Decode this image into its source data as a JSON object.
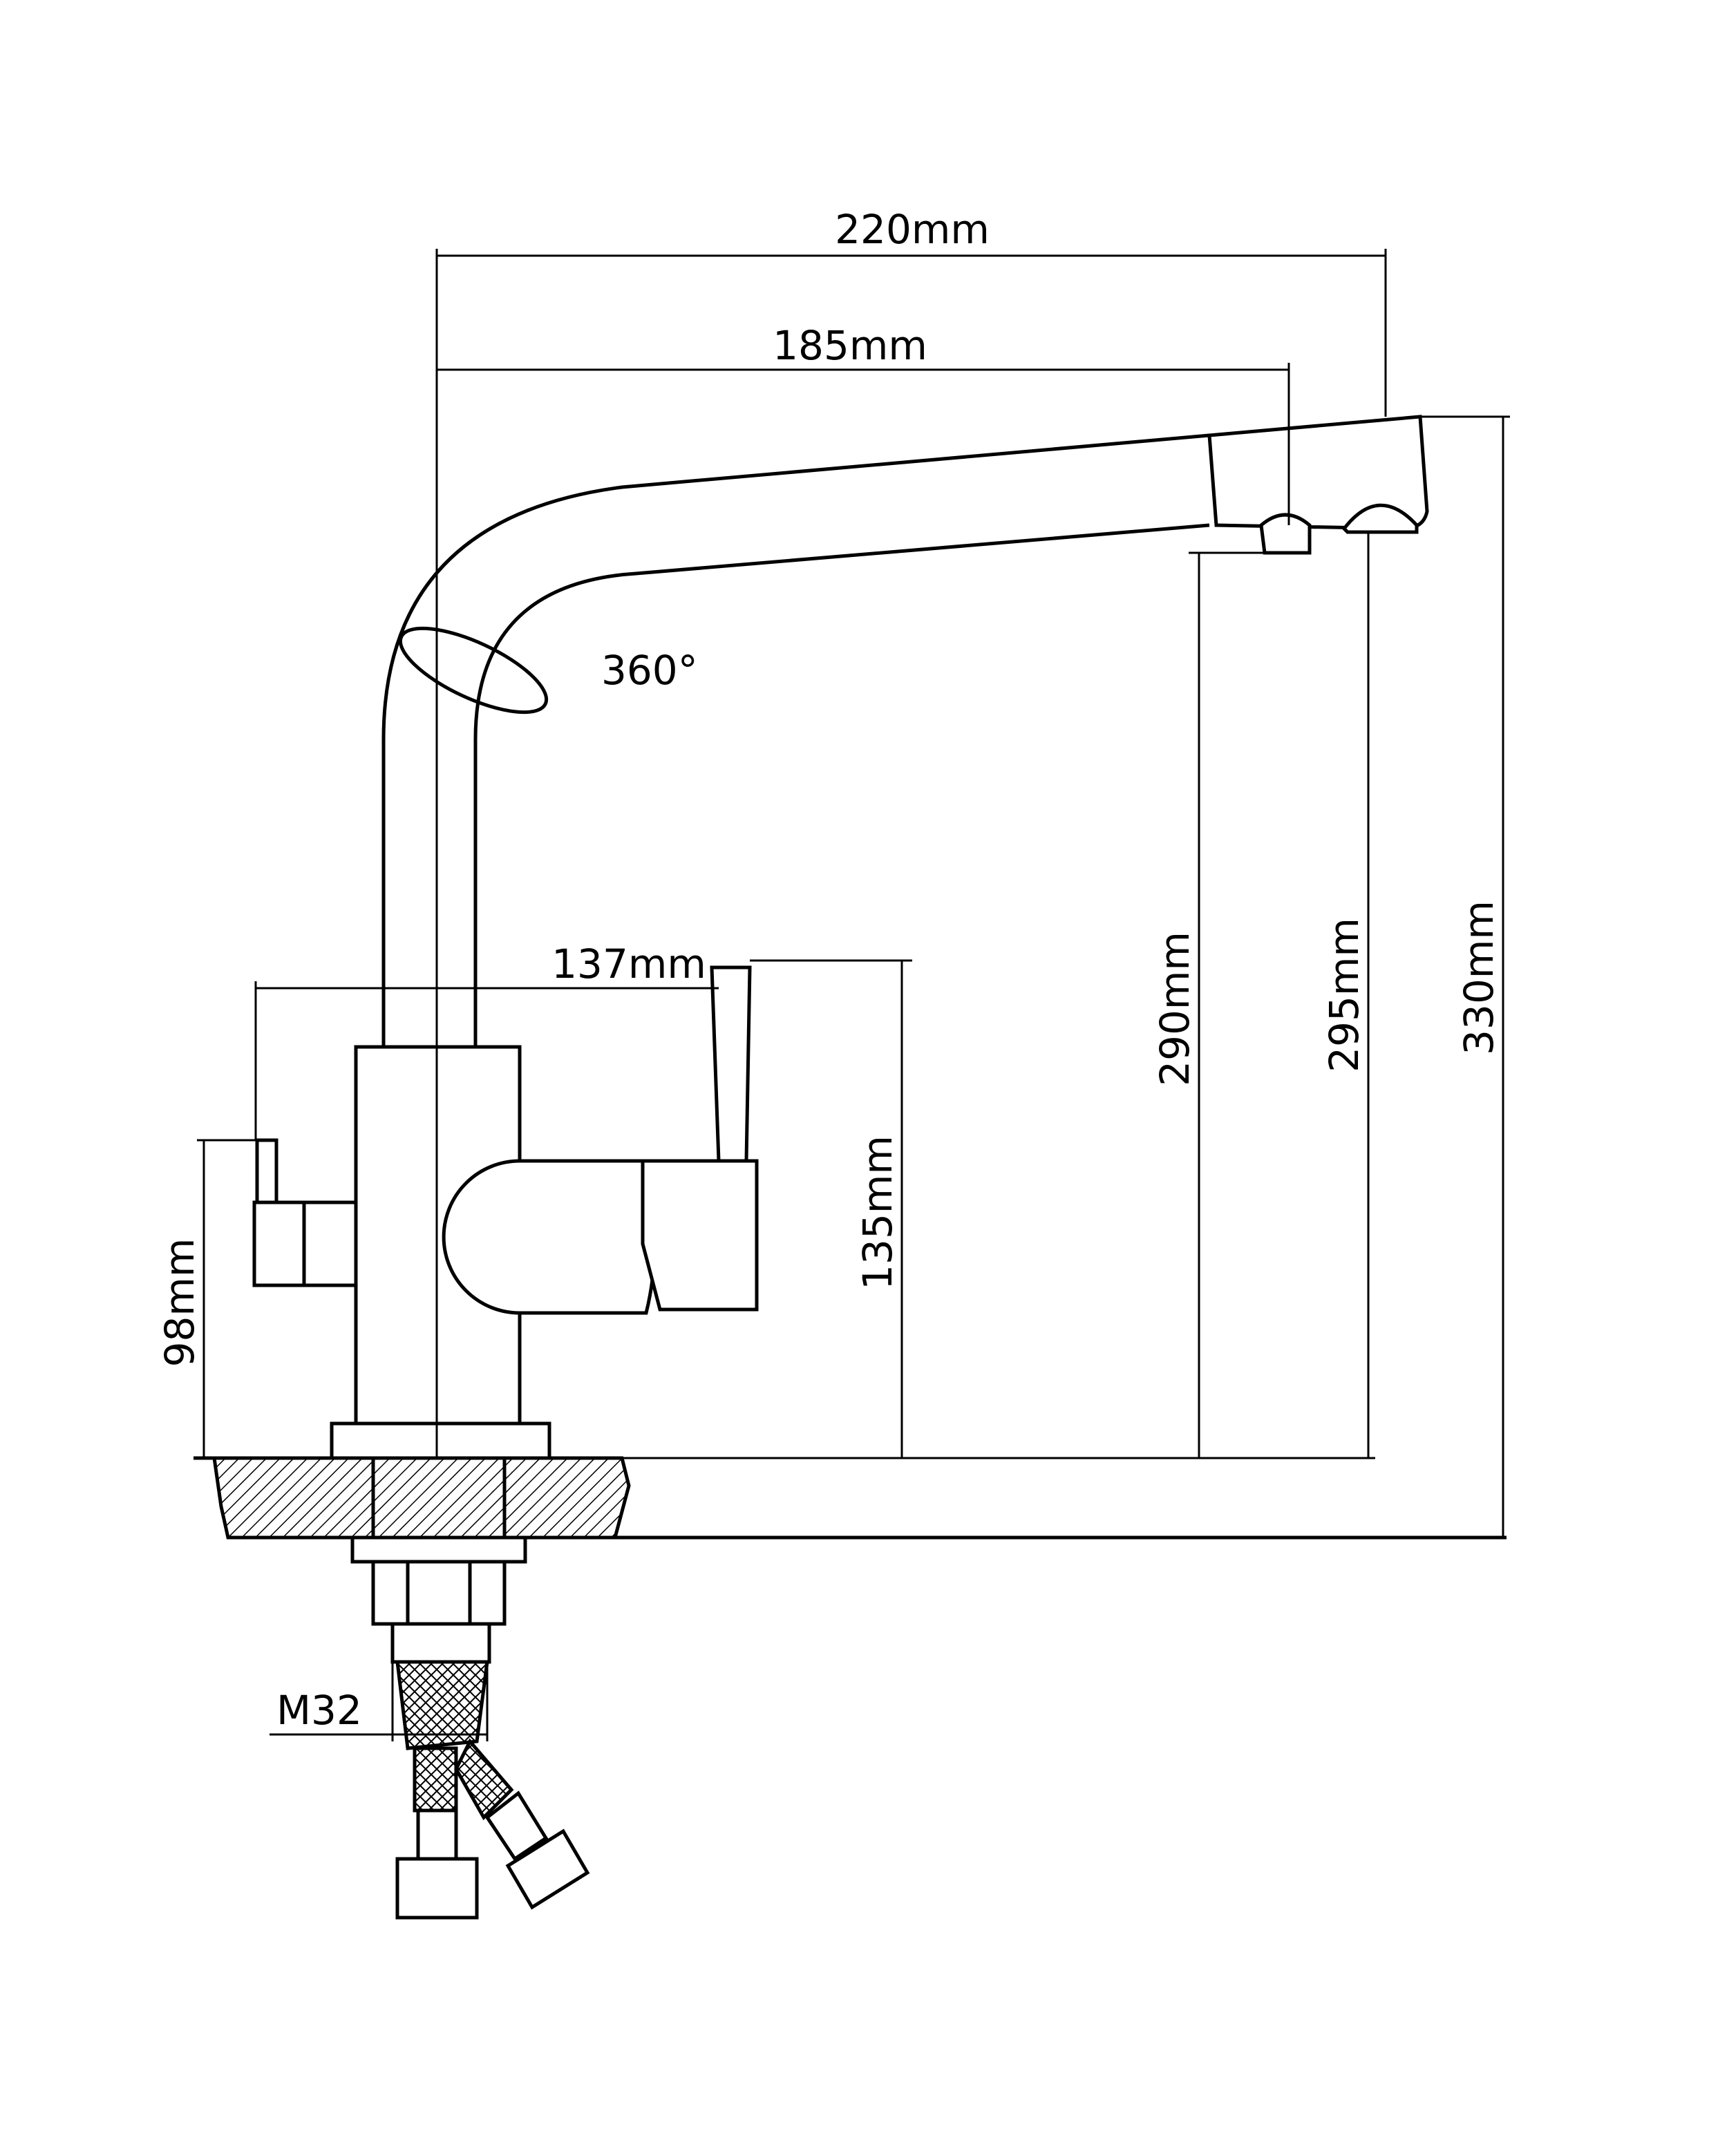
{
  "dimensions": {
    "spout_reach_total": "220mm",
    "spout_reach_outlet": "185mm",
    "handle_span": "137mm",
    "handle_height": "135mm",
    "side_lever_height": "98mm",
    "outlet_height_1": "290mm",
    "outlet_height_2": "295mm",
    "total_height": "330mm",
    "rotation": "360°",
    "thread": "M32"
  },
  "colors": {
    "line": "#000000",
    "background": "#ffffff",
    "hatch": "#000000"
  }
}
